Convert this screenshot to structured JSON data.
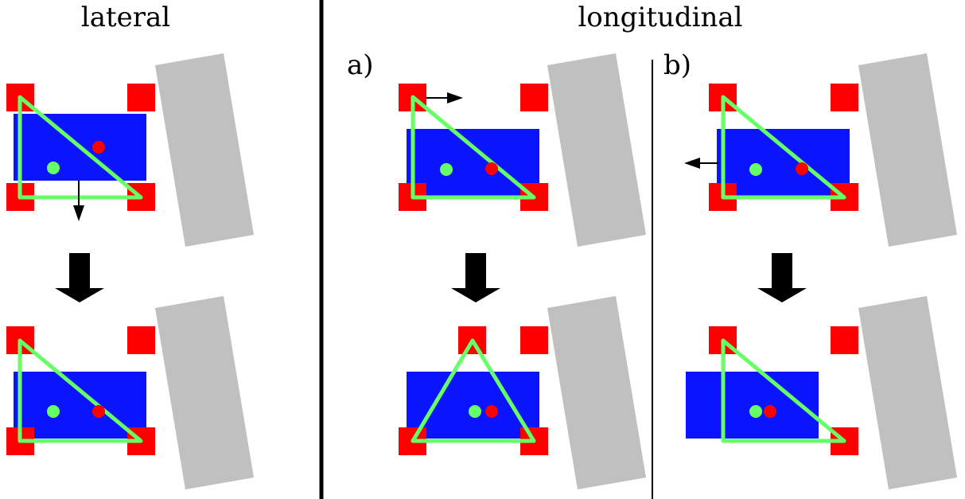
{
  "titles": {
    "lateral": "lateral",
    "longitudinal": "longitudinal",
    "panel_a": "a)",
    "panel_b": "b)"
  },
  "colors": {
    "foot": "#ff0000",
    "body": "#0a14ff",
    "support_triangle": "#66ff66",
    "com_green": "#66ff66",
    "com_red": "#ff0000",
    "obstacle": "#c0c0c0",
    "arrow": "#000000",
    "divider": "#000000"
  },
  "icons": {
    "transition": "down-arrow-icon",
    "motion": "small-arrow-icon"
  }
}
